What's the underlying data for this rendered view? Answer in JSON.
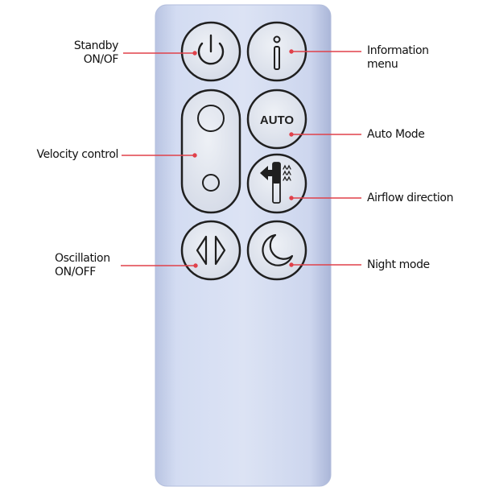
{
  "remote": {
    "body_color": "#cfd8ef",
    "button_color": "#dfe4ee",
    "outline_color": "#1f1f1f",
    "line_color": "#e0414a",
    "buttons": {
      "standby": {
        "icon": "power-icon"
      },
      "information": {
        "icon": "info-icon"
      },
      "velocity": {
        "icon": "speed-circles-icon"
      },
      "auto": {
        "label": "AUTO"
      },
      "airflow": {
        "icon": "airflow-direction-icon"
      },
      "oscillation": {
        "icon": "oscillation-arrows-icon"
      },
      "night": {
        "icon": "crescent-moon-icon"
      }
    }
  },
  "labels": {
    "standby": [
      "Standby",
      "ON/OF"
    ],
    "information": [
      "Information",
      "menu"
    ],
    "velocity": "Velocity control",
    "auto_mode": "Auto Mode",
    "airflow": "Airflow direction",
    "oscillation": [
      "Oscillation",
      "ON/OFF"
    ],
    "night": "Night mode"
  }
}
